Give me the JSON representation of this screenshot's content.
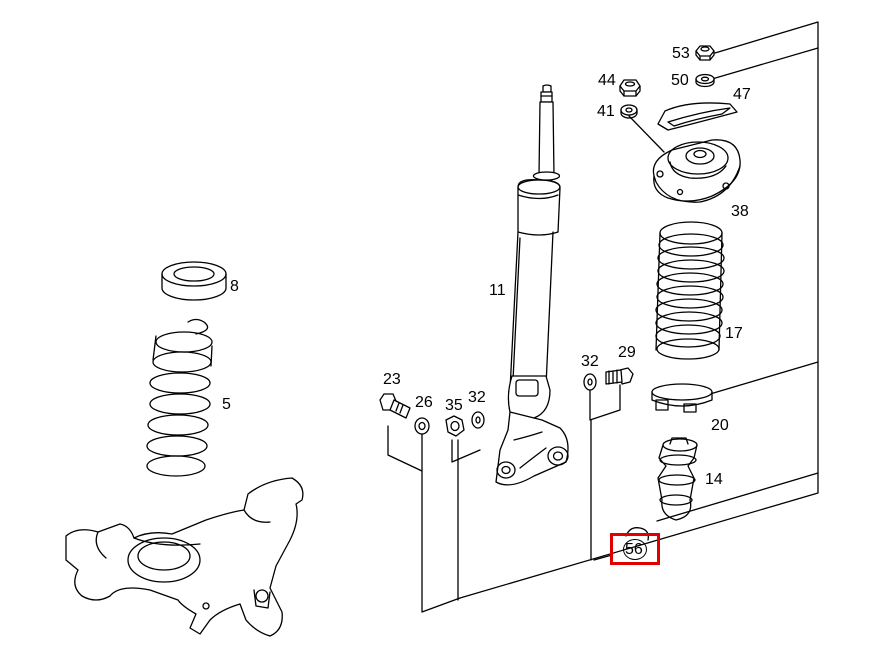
{
  "labels": {
    "l53": "53",
    "l50": "50",
    "l44": "44",
    "l47": "47",
    "l41": "41",
    "l38": "38",
    "l11": "11",
    "l8": "8",
    "l17": "17",
    "l32a": "32",
    "l29": "29",
    "l5": "5",
    "l23": "23",
    "l26": "26",
    "l35": "35",
    "l32b": "32",
    "l20": "20",
    "l14": "14"
  },
  "highlight": {
    "label": "56",
    "color": "#e00000"
  }
}
